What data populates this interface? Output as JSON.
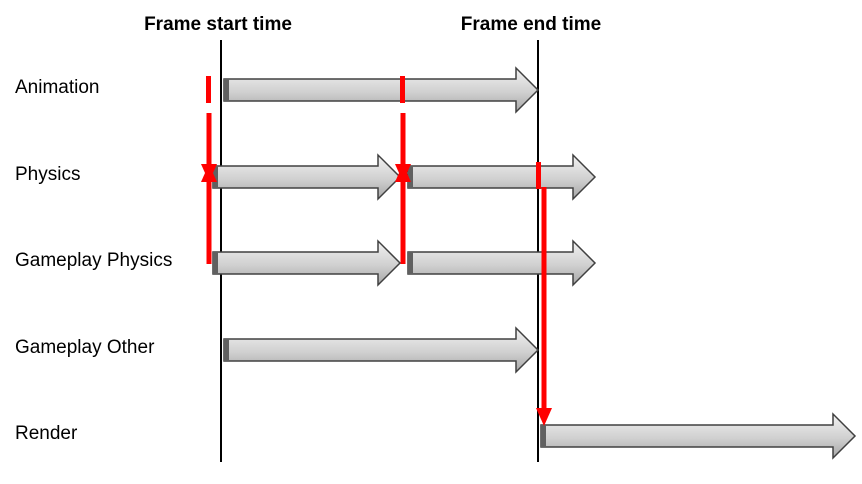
{
  "headers": {
    "frame_start": "Frame start time",
    "frame_end": "Frame end time"
  },
  "rows": [
    {
      "key": "animation",
      "label": "Animation"
    },
    {
      "key": "physics",
      "label": "Physics"
    },
    {
      "key": "gameplay_physics",
      "label": "Gameplay Physics"
    },
    {
      "key": "gameplay_other",
      "label": "Gameplay Other"
    },
    {
      "key": "render",
      "label": "Render"
    }
  ],
  "colors": {
    "line": "#000000",
    "arrow_fill": "#d9d9d9",
    "arrow_stroke": "#404040",
    "dependency": "#ff0000"
  }
}
